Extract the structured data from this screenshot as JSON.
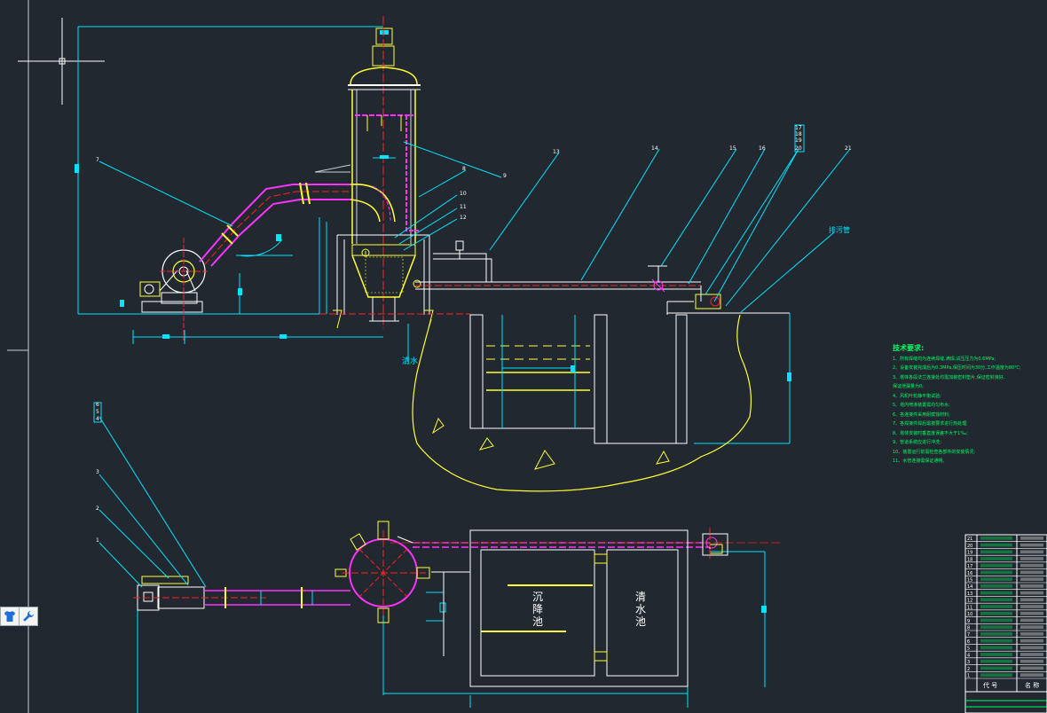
{
  "drawing": {
    "part_numbers": [
      "1",
      "2",
      "3",
      "4",
      "5",
      "6",
      "7",
      "8",
      "9",
      "10",
      "11",
      "12",
      "13",
      "14",
      "15",
      "16",
      "17",
      "18",
      "19",
      "20",
      "21"
    ],
    "pipe_label": "清水",
    "outlet_label": "排污管",
    "basin_labels": {
      "settling": [
        "沉",
        "降",
        "池"
      ],
      "clear_water": [
        "清",
        "水",
        "池"
      ]
    },
    "notes": {
      "title": "技术要求:",
      "lines": [
        "1、所有焊缝均为连续焊缝,满焊,试压压力为0.6MPa;",
        "2、设备安装完成后为0.3MPa,保压时间为30分,工作温度为80℃;",
        "3、塔体各段法兰连接处均需加装密封垫片,保证密封良好,",
        "   保证泄漏量为0;",
        "4、风机叶轮静平衡试验;",
        "5、塔内喷淋装置需均匀布水;",
        "6、各连接件采用耐腐蚀材料;",
        "7、各焊接件焊后需按要求进行热处理;",
        "8、塔体安装时垂直度误差不大于1‰;",
        "9、管道系统应进行冲洗;",
        "10、装置运行前需检查各部件的安装情况;",
        "11、水管连接需保证通畅。"
      ]
    },
    "title_block": {
      "header": [
        "代 号",
        "名 称"
      ],
      "rows": [
        "21",
        "20",
        "19",
        "18",
        "17",
        "16",
        "15",
        "14",
        "13",
        "12",
        "11",
        "10",
        "9",
        "8",
        "7",
        "6",
        "5",
        "4",
        "3",
        "2",
        "1"
      ]
    }
  },
  "toolbar": {
    "shirt_icon_label": "theme",
    "wrench_icon_label": "tools"
  },
  "colors": {
    "background": "#212830",
    "cyan": "#00e5ff",
    "yellow": "#ffff33",
    "magenta": "#ff33ff",
    "white": "#ffffff",
    "red": "#ff2020",
    "green": "#00ff66"
  }
}
